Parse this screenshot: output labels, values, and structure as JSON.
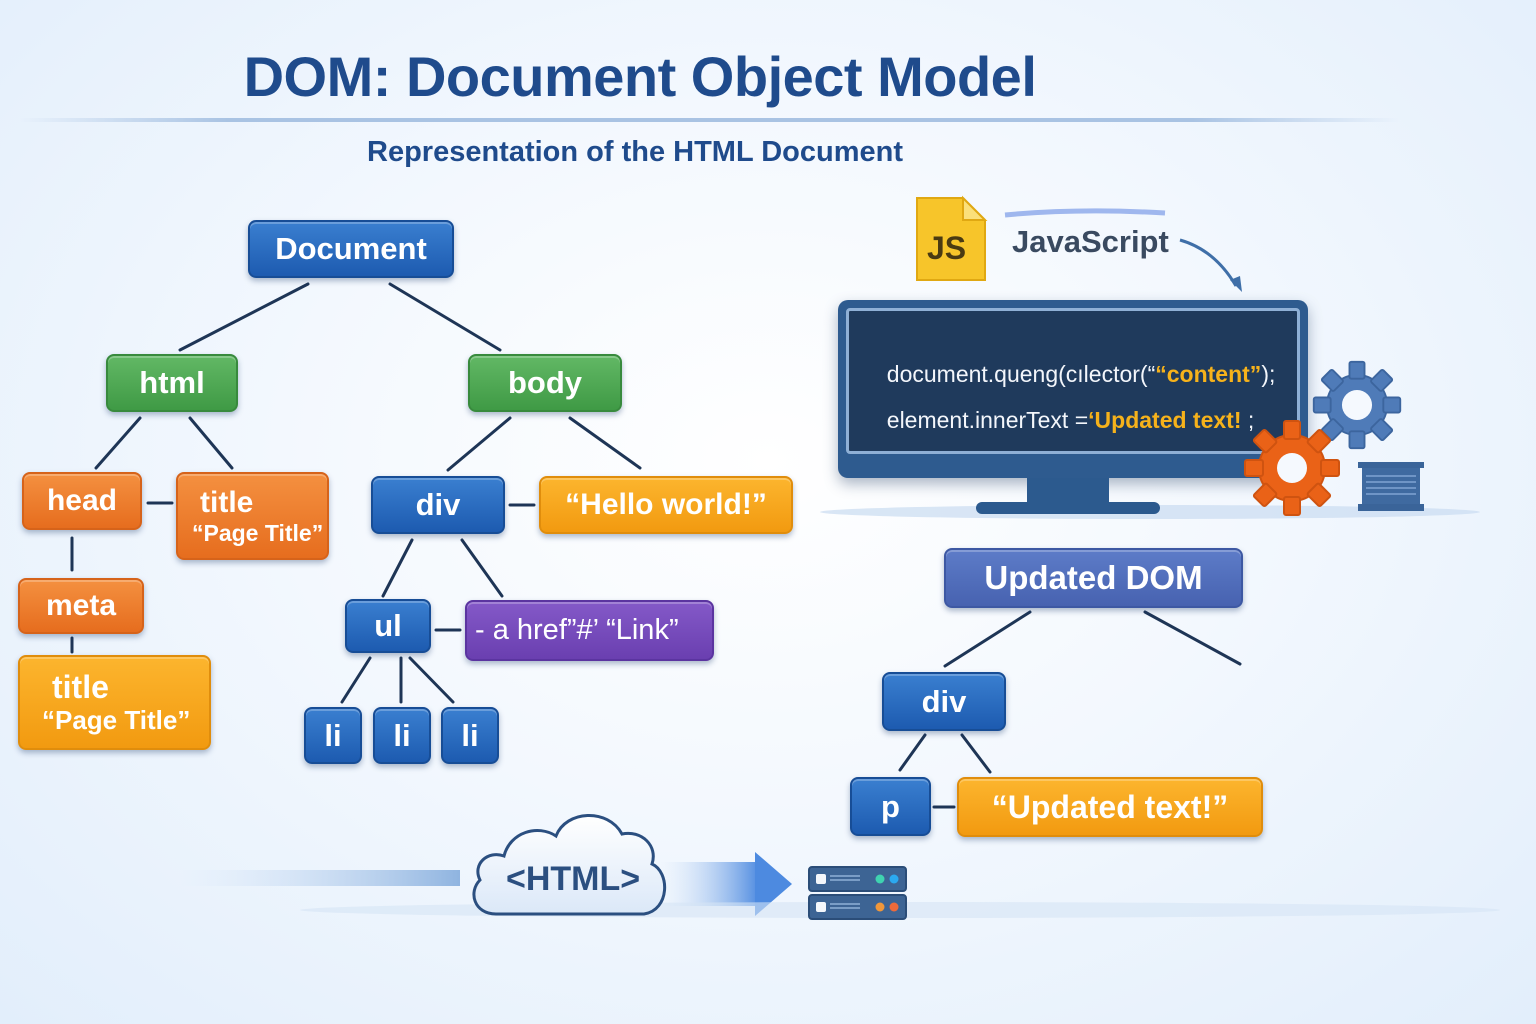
{
  "header": {
    "title": "DOM: Document Object Model",
    "subtitle": "Representation of the HTML Document"
  },
  "tree": {
    "document": "Document",
    "html": "html",
    "body": "body",
    "head": "head",
    "title_node": {
      "tag": "title",
      "text": "“Page Title”"
    },
    "meta": "meta",
    "meta_title": {
      "tag": "title",
      "text": "“Page Title”"
    },
    "div": "div",
    "hello_text": "“Hello world!”",
    "ul": "ul",
    "link": "- a href”#’ “Link”",
    "li": [
      "li",
      "li",
      "li"
    ]
  },
  "javascript": {
    "file_badge": "JS",
    "label": "JavaScript",
    "code": {
      "line1_prefix": "document.queng(cılector(“",
      "line1_highlight": "“content”",
      "line1_suffix": ");",
      "line2_prefix": "element.innerText =",
      "line2_highlight": "‘Updated text!",
      "line2_suffix": " ;"
    }
  },
  "updated_dom": {
    "root": "Updated DOM",
    "div": "div",
    "p": "p",
    "text": "“Updated text!”"
  },
  "footer": {
    "cloud_label": "<HTML>"
  },
  "colors": {
    "title": "#1f4b8c",
    "blue_node": "#1d5bb0",
    "green_node": "#3f9a45",
    "orange_node": "#e66d1e",
    "amber_node": "#f29a10",
    "purple_node": "#6a3fb0",
    "indigo_node": "#4762b0",
    "code_highlight": "#f6b21b",
    "connector": "#1e3556"
  }
}
